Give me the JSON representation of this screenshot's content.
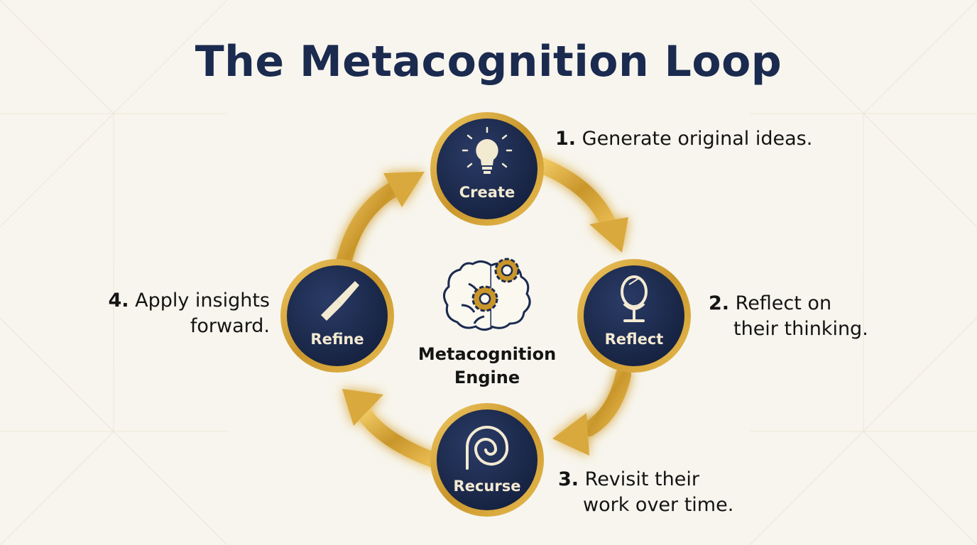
{
  "title": "The Metacognition Loop",
  "center": {
    "label_line1": "Metacognition",
    "label_line2": "Engine",
    "icon": "brain-gears-icon"
  },
  "nodes": [
    {
      "id": "create",
      "label": "Create",
      "icon": "lightbulb-icon"
    },
    {
      "id": "reflect",
      "label": "Reflect",
      "icon": "mirror-icon"
    },
    {
      "id": "recurse",
      "label": "Recurse",
      "icon": "spiral-icon"
    },
    {
      "id": "refine",
      "label": "Refine",
      "icon": "chisel-icon"
    }
  ],
  "steps": [
    {
      "num": "1.",
      "line1": "Generate original ideas.",
      "line2": ""
    },
    {
      "num": "2.",
      "line1": "Reflect on",
      "line2": "their thinking."
    },
    {
      "num": "3.",
      "line1": "Revisit their",
      "line2": "work over time."
    },
    {
      "num": "4.",
      "line1": "Apply insights",
      "line2": "forward."
    }
  ],
  "colors": {
    "navy": "#1b2a4f",
    "gold": "#d4a53a",
    "cream": "#f3ead2",
    "background": "#f7f5ee"
  }
}
